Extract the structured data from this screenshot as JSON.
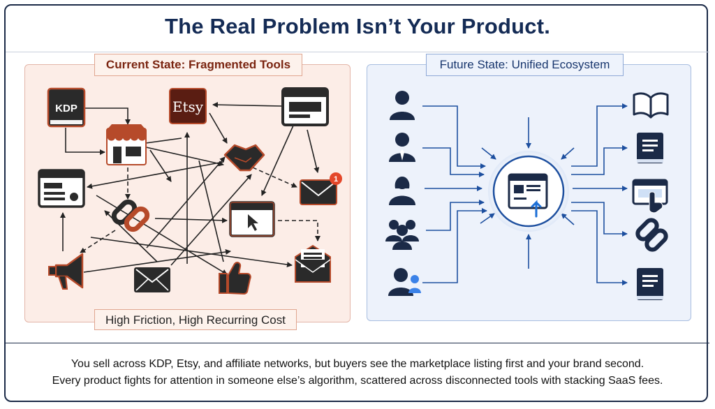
{
  "title": "The Real Problem Isn’t Your Product.",
  "left_panel": {
    "label": "Current State: Fragmented Tools",
    "footer": "High Friction, High Recurring Cost",
    "icons": {
      "kdp_book": "KDP",
      "etsy": "Etsy",
      "mail_badge": "1"
    }
  },
  "right_panel": {
    "label": "Future State: Unified Ecosystem"
  },
  "caption": {
    "line1": "You sell across KDP, Etsy, and affiliate networks, but buyers see the marketplace listing first and your brand second.",
    "line2": "Every product fights for attention in someone else’s algorithm, scattered across disconnected tools with stacking SaaS fees."
  },
  "colors": {
    "navy": "#142b55",
    "dark_icon": "#2b2b2b",
    "rust": "#b64a2a",
    "blue": "#1d4f9f"
  }
}
